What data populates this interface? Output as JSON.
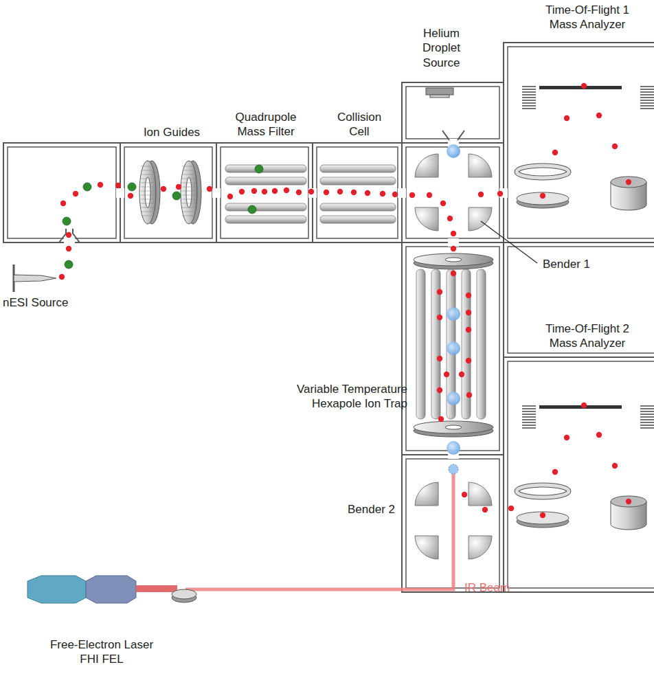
{
  "diagram": {
    "labels": [
      "Time-Of-Flight 1 Mass Analyzer",
      "Helium Droplet Source",
      "Ion Guides",
      "Quadrupole Mass Filter",
      "Collision Cell",
      "nESI Source",
      "Bender 1",
      "Variable Temperature Hexapole Ion Trap",
      "Time-Of-Flight 2 Mass Analyzer",
      "Bender 2",
      "IR Beam",
      "Free-Electron Laser FHI FEL"
    ]
  }
}
